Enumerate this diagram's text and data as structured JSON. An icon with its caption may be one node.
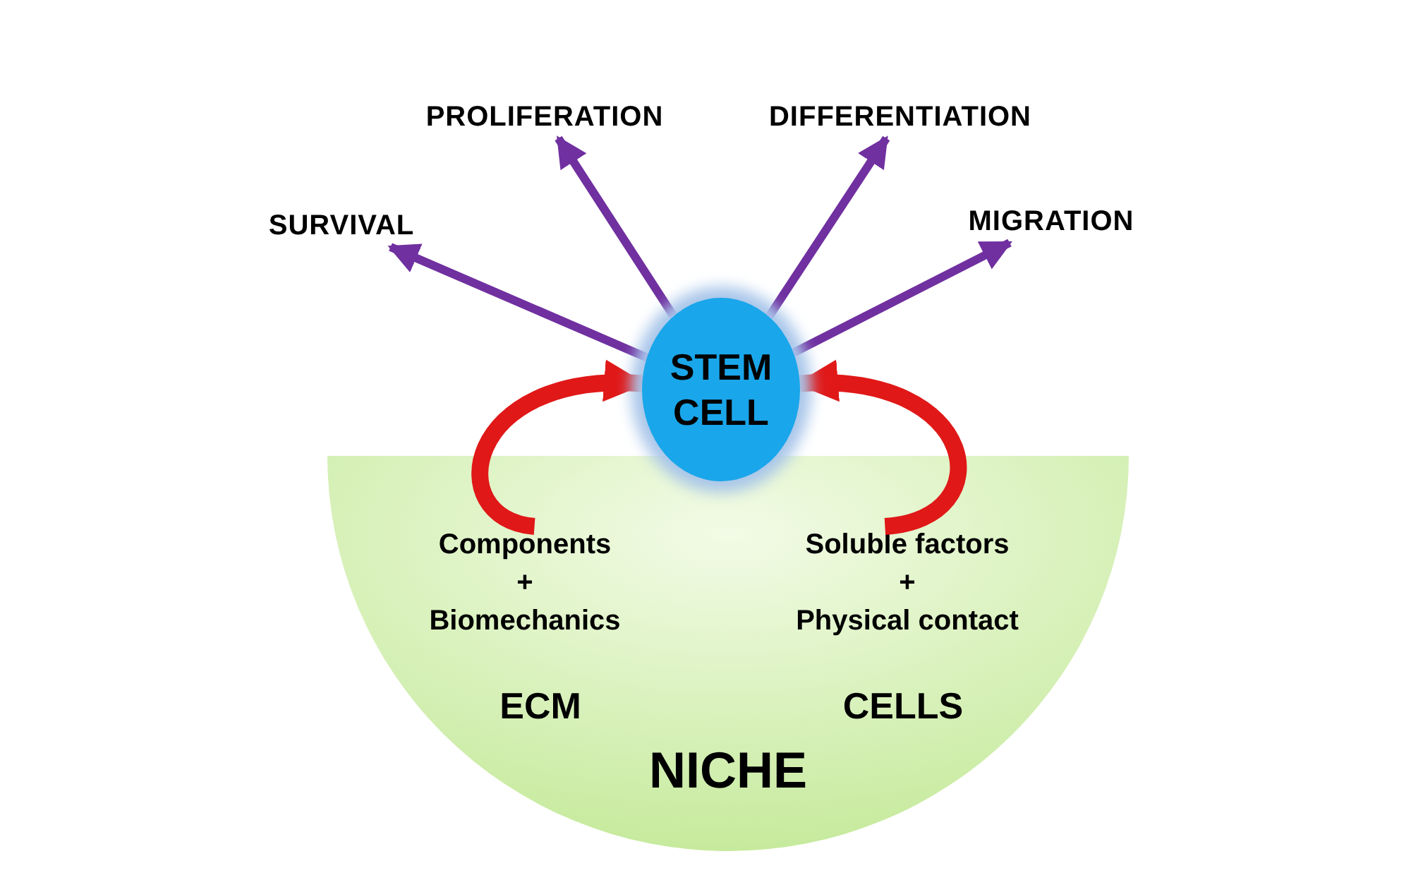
{
  "diagram": {
    "nodes": [
      {
        "text": [
          "NICHE"
        ]
      },
      {
        "text": [
          "STEM CELL"
        ]
      },
      {
        "text": [
          "SURVIVAL"
        ]
      },
      {
        "text": [
          "PROLIFERATION"
        ]
      },
      {
        "text": [
          "DIFFERENTIATION"
        ]
      },
      {
        "text": [
          "MIGRATION"
        ]
      },
      {
        "text": [
          "Components",
          "+",
          "Biomechanics"
        ],
        "in": 0
      },
      {
        "text": [
          "ECM"
        ],
        "in": 0
      },
      {
        "text": [
          "Soluble factors",
          "+",
          "Physical contact"
        ],
        "in": 0
      },
      {
        "text": [
          "CELLS"
        ],
        "in": 0
      }
    ],
    "edges": [
      {
        "from": 1,
        "to": 2,
        "arrow": "to"
      },
      {
        "from": 1,
        "to": 3,
        "arrow": "to"
      },
      {
        "from": 1,
        "to": 4,
        "arrow": "to"
      },
      {
        "from": 1,
        "to": 5,
        "arrow": "to"
      },
      {
        "from": 6,
        "to": 1,
        "arrow": "to",
        "style": "thick",
        "color": "#e01818"
      },
      {
        "from": 8,
        "to": 1,
        "arrow": "to",
        "style": "thick",
        "color": "#e01818"
      }
    ]
  }
}
